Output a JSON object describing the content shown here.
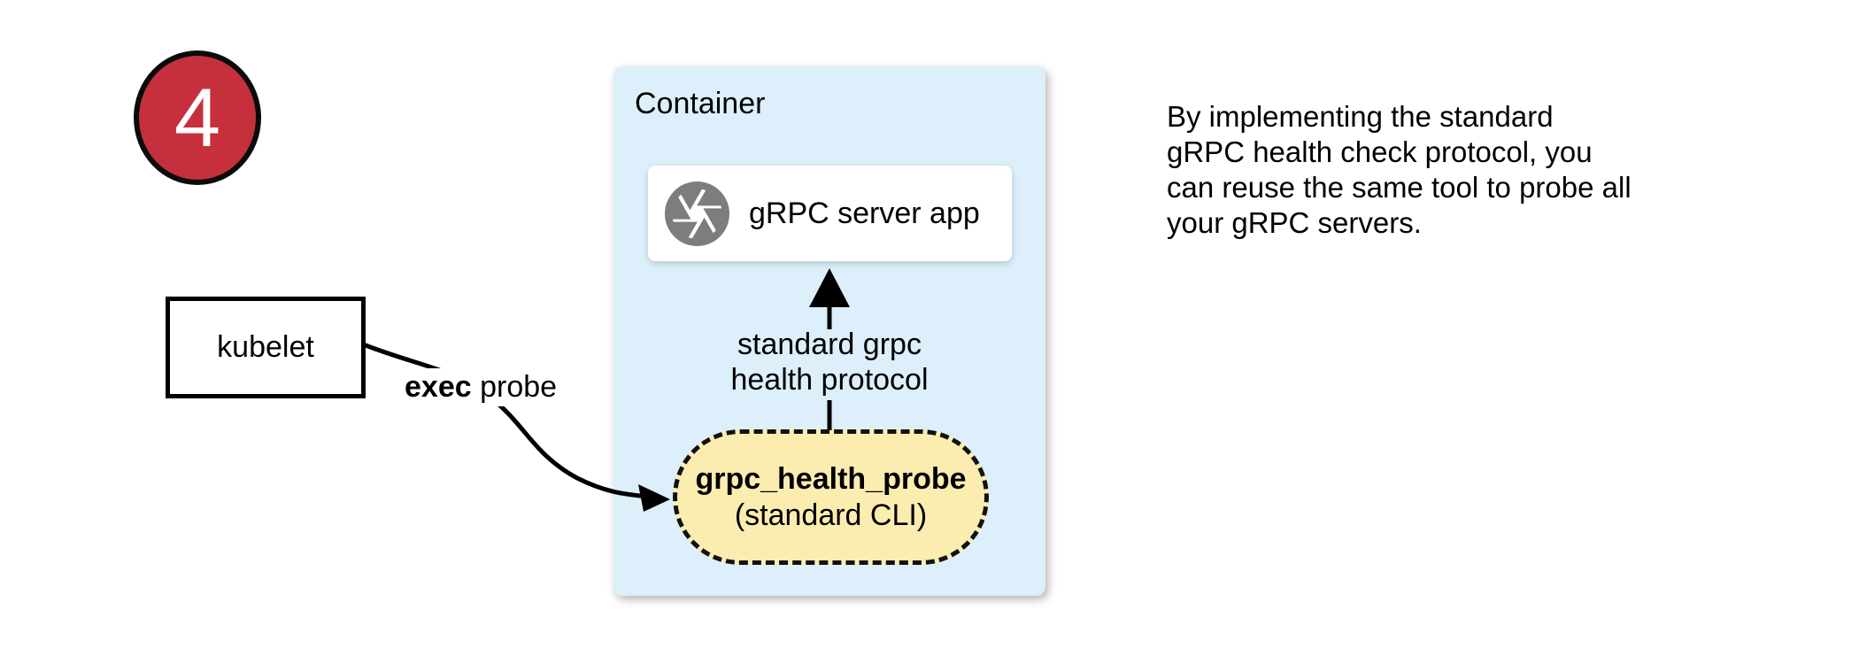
{
  "colors": {
    "badge_red": "#c5303c",
    "container_blue": "#dceffa",
    "pill_yellow": "#fbedb0",
    "icon_gray": "#7d7d7d",
    "ink": "#000000"
  },
  "badge": {
    "number": "4"
  },
  "kubelet_box": {
    "label": "kubelet"
  },
  "exec_probe_label": {
    "bold": "exec",
    "regular": " probe"
  },
  "container_box": {
    "title": "Container",
    "server_box": {
      "label": "gRPC server app"
    },
    "probe_pill": {
      "title": "grpc_health_probe",
      "subtitle": "(standard CLI)"
    }
  },
  "protocol_label": {
    "line1": "standard grpc",
    "line2": "health protocol"
  },
  "annotation": {
    "line1": "By implementing the standard",
    "line2": "gRPC health check protocol, you",
    "line3": "can reuse the same tool to probe all",
    "line4": "your gRPC servers."
  }
}
